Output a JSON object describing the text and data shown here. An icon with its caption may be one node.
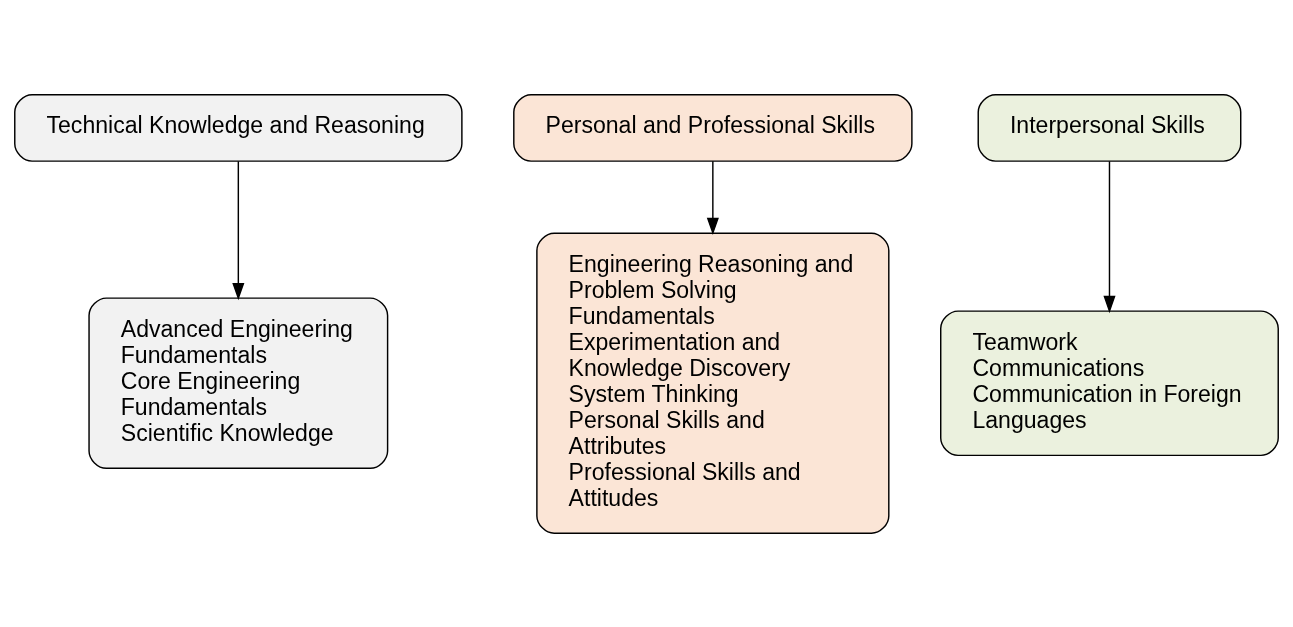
{
  "diagram": {
    "nodes": [
      {
        "text": [
          "Technical Knowledge and Reasoning"
        ]
      },
      {
        "text": [
          "Personal and Professional Skills"
        ]
      },
      {
        "text": [
          "Interpersonal Skills"
        ]
      },
      {
        "text": [
          "Advanced Engineering Fundamentals",
          "Core Engineering Fundamentals",
          "Scientific Knowledge"
        ]
      },
      {
        "text": [
          "Engineering Reasoning and Problem Solving Fundamentals",
          "Experimentation and Knowledge Discovery",
          "System Thinking",
          "Personal Skills and Attributes",
          "Professional Skills and Attitudes"
        ]
      },
      {
        "text": [
          "Teamwork",
          "Communications",
          "Communication in Foreign Languages"
        ]
      }
    ],
    "edges": [
      {
        "from": 0,
        "to": 3,
        "arrow": "to"
      },
      {
        "from": 1,
        "to": 4,
        "arrow": "to"
      },
      {
        "from": 2,
        "to": 5,
        "arrow": "to"
      }
    ]
  }
}
